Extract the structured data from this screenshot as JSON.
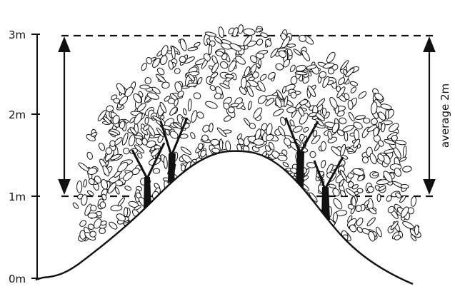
{
  "scale": {
    "ticks": [
      "0m",
      "1m",
      "2m",
      "3m"
    ]
  },
  "annotation": {
    "height_label": "average 2m"
  },
  "colors": {
    "ink": "#111111",
    "background": "#ffffff"
  }
}
